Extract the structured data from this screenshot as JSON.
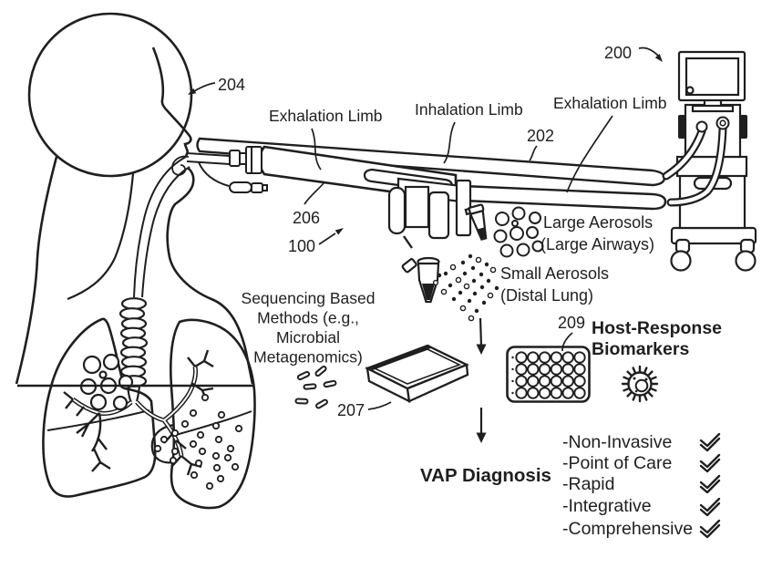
{
  "figure": {
    "refs": {
      "patient": "204",
      "ventilator": "200",
      "circuit": "202",
      "exhalation_limb": "206",
      "sampling_device": "100",
      "sequencer": "207",
      "assay_plate": "209"
    },
    "labels": {
      "exhalation_limb_left": "Exhalation Limb",
      "inhalation_limb": "Inhalation Limb",
      "exhalation_limb_right": "Exhalation Limb",
      "large_aerosols": [
        "Large Aerosols",
        "(Large Airways)"
      ],
      "small_aerosols": [
        "Small Aerosols",
        "(Distal Lung)"
      ],
      "sequencing_methods": [
        "Sequencing Based",
        "Methods (e.g.,",
        "Microbial",
        "Metagenomics)"
      ],
      "host_response": [
        "Host-Response",
        "Biomarkers"
      ],
      "vap_diagnosis": "VAP Diagnosis"
    },
    "checklist": [
      "-Non-Invasive",
      "-Point of Care",
      "-Rapid",
      "-Integrative",
      "-Comprehensive"
    ],
    "colors": {
      "ink": "#1f1f1f",
      "background": "#ffffff"
    }
  }
}
